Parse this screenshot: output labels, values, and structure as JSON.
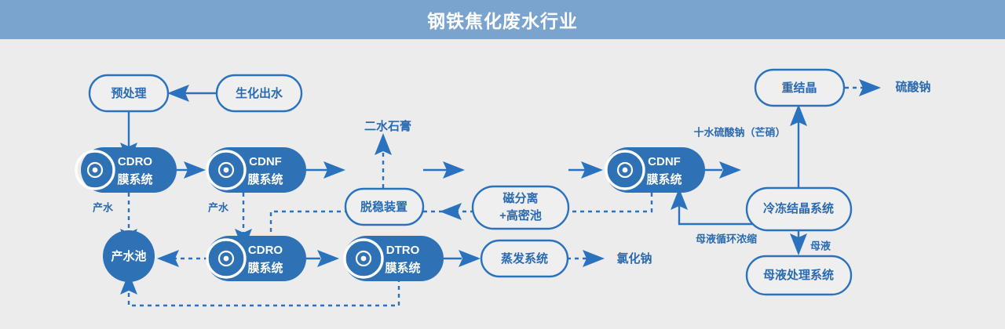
{
  "header": {
    "title": "钢铁焦化废水行业",
    "bar_color": "#7aa4ce",
    "text_color": "#ffffff"
  },
  "theme": {
    "background": "#ececec",
    "accent": "#2a72bd",
    "fill": "#2f71b5",
    "outline_box_fill": "#efefef",
    "label_dark": "#2a6ab0",
    "label_light": "#ffffff"
  },
  "diagram": {
    "type": "process-flow",
    "nodes": {
      "pretreatment": {
        "label": "预处理",
        "style": "outline-pill"
      },
      "bio_effluent": {
        "label": "生化出水",
        "style": "outline-pill"
      },
      "cdro_top": {
        "label1": "CDRO",
        "label2": "膜系统",
        "style": "membrane-pill"
      },
      "cdnf_top": {
        "label1": "CDNF",
        "label2": "膜系统",
        "style": "membrane-pill"
      },
      "destabilizer": {
        "label": "脱稳装置",
        "style": "outline-pill"
      },
      "mag_sep": {
        "label1": "磁分离",
        "label2": "+高密池",
        "style": "outline-pill"
      },
      "cdnf_right": {
        "label1": "CDNF",
        "label2": "膜系统",
        "style": "membrane-pill"
      },
      "freeze_cryst": {
        "label": "冷冻结晶系统",
        "style": "outline-pill"
      },
      "recryst": {
        "label": "重结晶",
        "style": "outline-pill"
      },
      "product_pool": {
        "label": "产水池",
        "style": "filled-circle"
      },
      "cdro_bottom": {
        "label1": "CDRO",
        "label2": "膜系统",
        "style": "membrane-pill"
      },
      "dtro_bottom": {
        "label1": "DTRO",
        "label2": "膜系统",
        "style": "membrane-pill"
      },
      "evaporation": {
        "label": "蒸发系统",
        "style": "outline-pill"
      },
      "mother_liquor": {
        "label": "母液处理系统",
        "style": "outline-pill"
      }
    },
    "outputs": {
      "gypsum": {
        "label": "二水石膏"
      },
      "sodium_sulfate": {
        "label": "硫酸钠"
      },
      "sodium_chloride": {
        "label": "氯化钠"
      }
    },
    "edge_labels": {
      "produced_water_1": "产水",
      "produced_water_2": "产水",
      "glauber_salt": "十水硫酸钠（芒硝）",
      "mother_liquor_out": "母液",
      "mother_liquor_recycle": "母液循环浓缩"
    }
  }
}
